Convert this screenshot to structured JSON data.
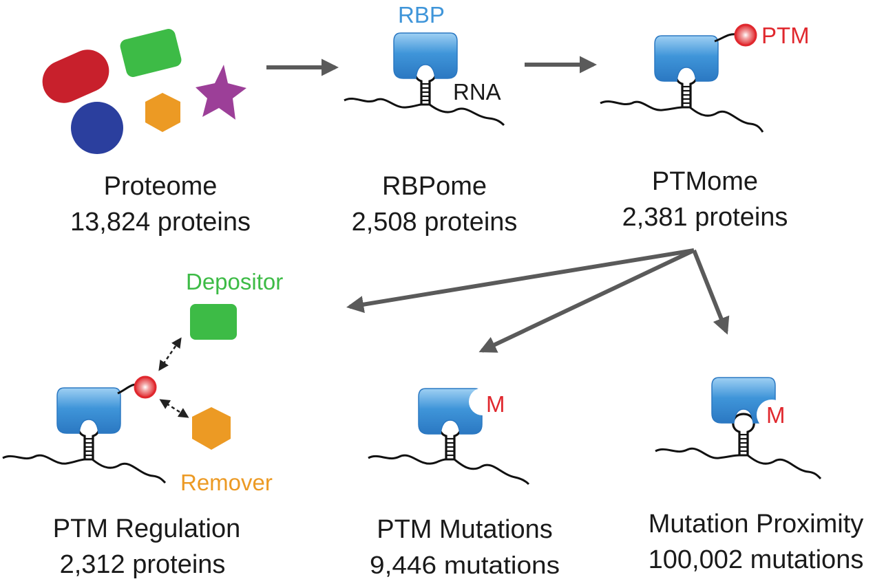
{
  "labels": {
    "rbp": "RBP",
    "rna": "RNA",
    "ptm": "PTM",
    "depositor": "Depositor",
    "remover": "Remover",
    "mutation_marker": "M"
  },
  "stages": [
    {
      "title": "Proteome",
      "count": "13,824 proteins"
    },
    {
      "title": "RBPome",
      "count": "2,508 proteins"
    },
    {
      "title": "PTMome",
      "count": "2,381 proteins"
    },
    {
      "title": "PTM Regulation",
      "count": "2,312 proteins"
    },
    {
      "title": "PTM Mutations",
      "count": "9,446 mutations"
    },
    {
      "title": "Mutation Proximity",
      "count": "100,002 mutations"
    }
  ],
  "colors": {
    "rbp_blue": "#3f95d9",
    "ptm_red": "#e0282e",
    "depositor_green": "#3dbb46",
    "remover_orange": "#ec9a24",
    "proteome_red": "#c8202c",
    "proteome_blue": "#2b3f9e",
    "proteome_purple": "#9c3f98",
    "arrow_gray": "#5a5a5a"
  },
  "icons": [
    "arrow-right-icon",
    "rbp-protein-icon",
    "rna-hairpin-icon",
    "ptm-site-icon",
    "mutation-icon"
  ]
}
